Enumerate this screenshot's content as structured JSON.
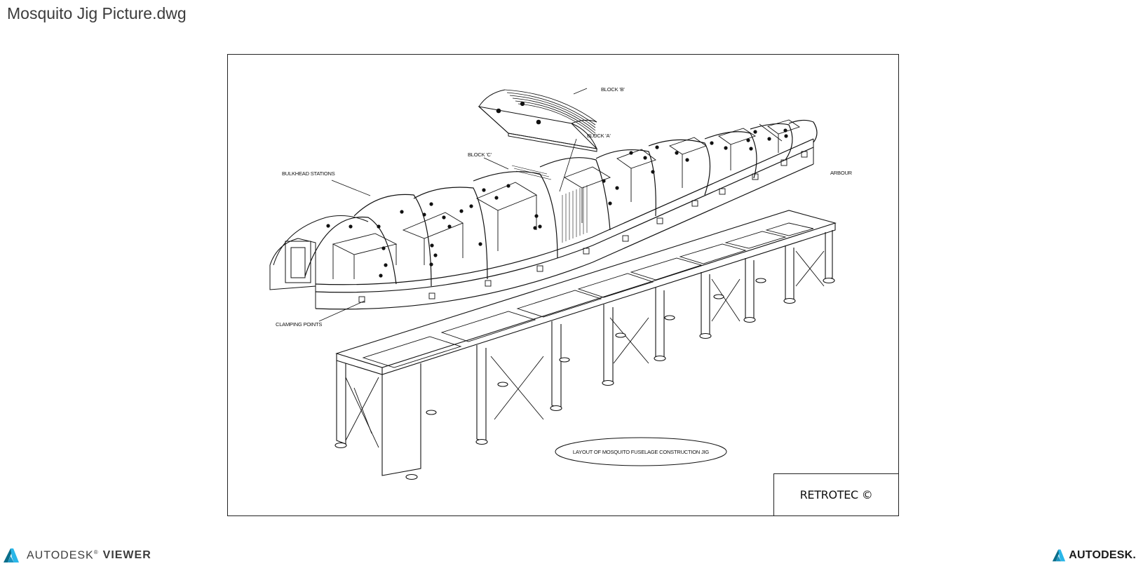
{
  "window": {
    "file_title": "Mosquito Jig Picture.dwg"
  },
  "drawing": {
    "labels": {
      "block_b": "BLOCK 'B'",
      "block_a": "BLOCK 'A'",
      "block_c": "BLOCK 'C'",
      "bulkhead_stations": "BULKHEAD STATIONS",
      "arbour": "ARBOUR",
      "clamping_points": "CLAMPING POINTS",
      "layout_caption": "LAYOUT OF MOSQUITO FUSELAGE CONSTRUCTION JIG"
    },
    "title_block": {
      "text": "RETROTEC ©"
    }
  },
  "footer": {
    "brand": "AUTODESK",
    "trademark": "®",
    "product": "VIEWER",
    "right_brand": "AUTODESK."
  },
  "icons": {
    "left_logo": "autodesk-logo-icon",
    "right_logo": "autodesk-logo-icon"
  },
  "colors": {
    "logo_dark": "#0a6e8a",
    "logo_light": "#29b6e8",
    "ink": "#111111"
  }
}
